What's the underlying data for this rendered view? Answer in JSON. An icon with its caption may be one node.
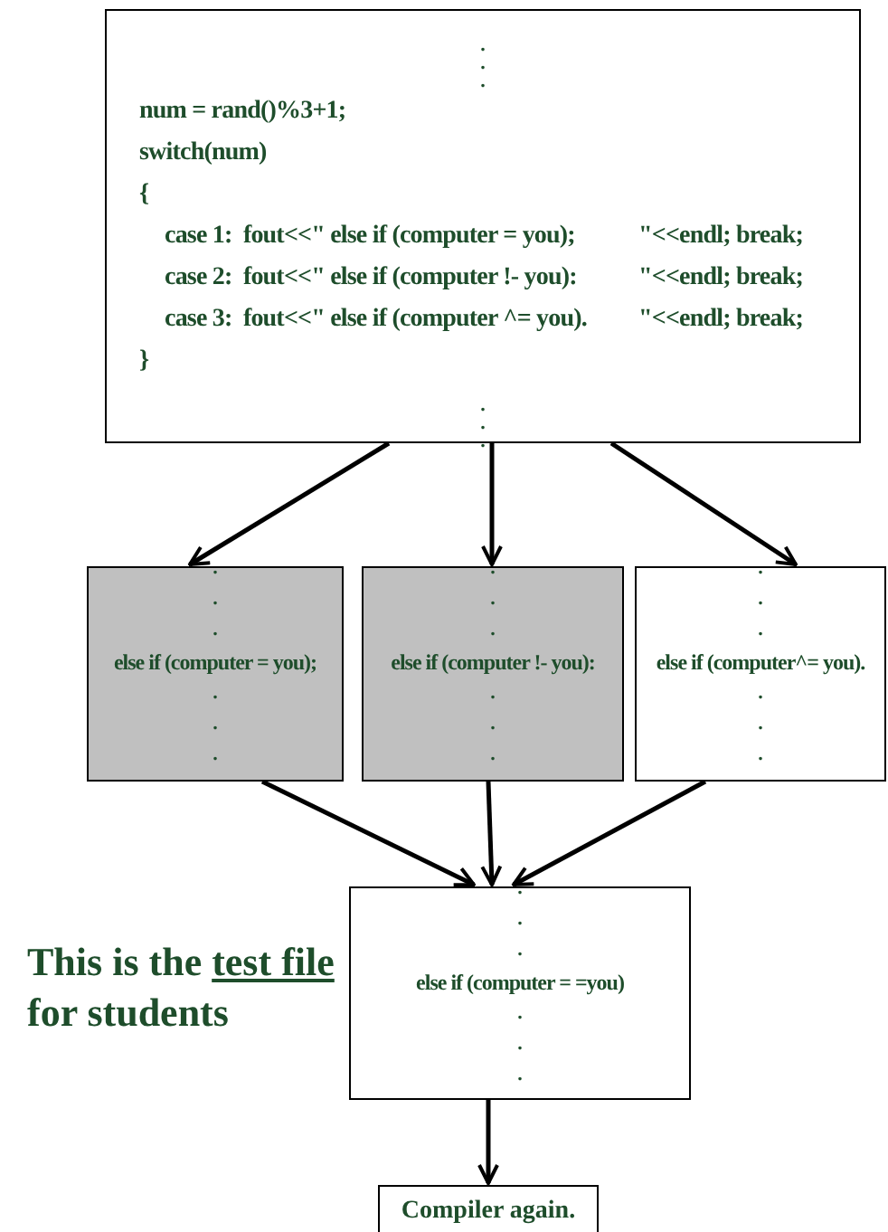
{
  "diagram": {
    "nodes": [
      {
        "text": [
          ". . .",
          "num = rand()%3+1;",
          "switch(num)",
          "{",
          "case 1:  fout<<\" else if (computer = you);",
          "\"<<endl; break;",
          "case 2:  fout<<\" else if (computer !- you):",
          "\"<<endl; break;",
          "case 3:  fout<<\" else if (computer ^= you).",
          "\"<<endl; break;",
          "}",
          ". . ."
        ]
      },
      {
        "text": [
          ". . .",
          "else if (computer = you);",
          ". . ."
        ]
      },
      {
        "text": [
          ". . .",
          "else if (computer !- you):",
          ". . ."
        ]
      },
      {
        "text": [
          ". . .",
          "else if (computer^= you).",
          ". . ."
        ]
      },
      {
        "text": [
          ". . .",
          "else if (computer = =you)",
          ". . ."
        ]
      },
      {
        "text": [
          "Compiler again."
        ]
      }
    ],
    "edges": [
      {
        "from": 0,
        "to": 1,
        "arrow": "to"
      },
      {
        "from": 0,
        "to": 2,
        "arrow": "to"
      },
      {
        "from": 0,
        "to": 3,
        "arrow": "to"
      },
      {
        "from": 1,
        "to": 4,
        "arrow": "to"
      },
      {
        "from": 2,
        "to": 4,
        "arrow": "to"
      },
      {
        "from": 3,
        "to": 4,
        "arrow": "to"
      },
      {
        "from": 4,
        "to": 5,
        "arrow": "to"
      }
    ],
    "labels": [
      "This is the",
      "test file",
      "for students"
    ]
  }
}
